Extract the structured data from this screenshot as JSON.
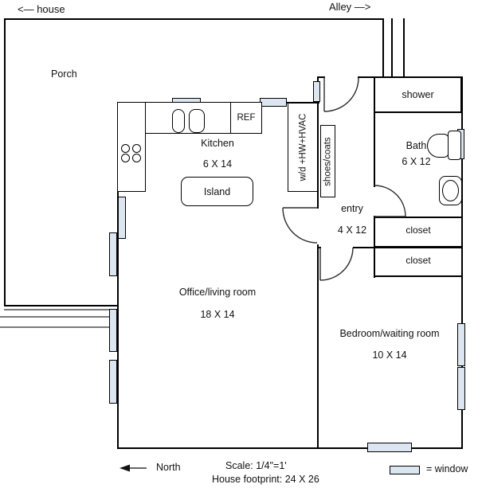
{
  "colors": {
    "wall": "#000000",
    "window_fill": "#dce6f1",
    "text": "#111111",
    "step": "#7a7a7a"
  },
  "surroundings": {
    "house_label": "<— house",
    "alley_label": "Alley —>"
  },
  "rooms": {
    "porch": {
      "name": "Porch"
    },
    "kitchen": {
      "name": "Kitchen",
      "dims": "6 X 14"
    },
    "office": {
      "name": "Office/living room",
      "dims": "18 X 14"
    },
    "bedroom": {
      "name": "Bedroom/waiting room",
      "dims": "10 X 14"
    },
    "bath": {
      "name": "Bath",
      "dims": "6 X 12"
    },
    "entry": {
      "name": "entry",
      "dims": "4 X 12"
    },
    "closet_upper": {
      "name": "closet"
    },
    "closet_lower": {
      "name": "closet"
    }
  },
  "fixtures": {
    "refrigerator": "REF",
    "island": "Island",
    "shower": "shower",
    "utility_closet": "w/d +HW+HVAC",
    "coat_closet": "shoes/coats"
  },
  "legend": {
    "north": "North",
    "scale": "Scale: 1/4\"=1'",
    "footprint": "House footprint: 24 X 26",
    "window": "= window"
  }
}
